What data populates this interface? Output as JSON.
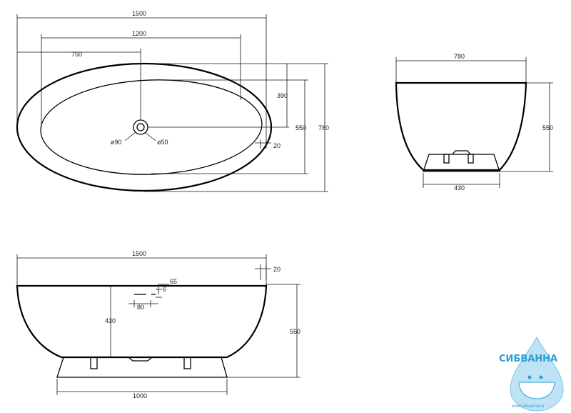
{
  "top_view": {
    "total_length": "1500",
    "inner_length": "1200",
    "drain_offset": "750",
    "inner_width": "550",
    "total_width": "780",
    "drain_to_edge": "390",
    "rim": "20",
    "drain_outer_dia": "ø90",
    "drain_inner_dia": "ø50"
  },
  "end_view": {
    "width": "780",
    "height": "550",
    "base_width": "430"
  },
  "side_view": {
    "length": "1500",
    "rim": "20",
    "overflow_offset": "65",
    "overflow_height": "6",
    "overflow_width": "80",
    "inner_depth": "430",
    "total_height": "550",
    "base_length": "1000"
  },
  "logo": {
    "brand": "СИБВАННА",
    "url": "www.sibvanna.ru",
    "color": "#2a9fd8"
  }
}
